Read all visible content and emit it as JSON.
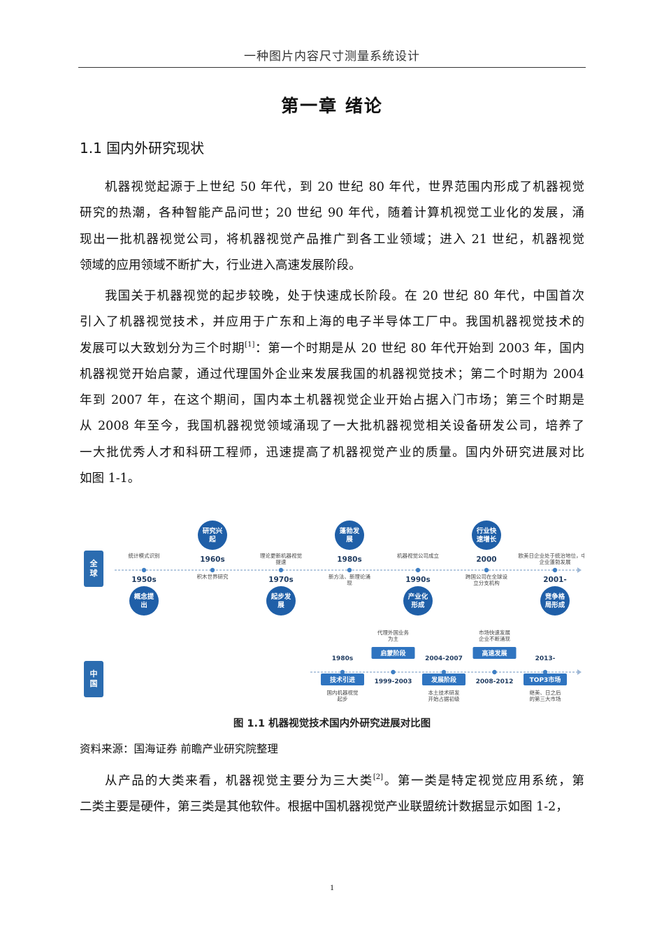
{
  "header": {
    "title": "一种图片内容尺寸测量系统设计"
  },
  "chapter_title": "第一章  绪论",
  "section_title": "1.1  国内外研究现状",
  "para1": {
    "lines": [
      "机器视觉起源于上世纪 50 年代，到 20 世纪 80 年代，世界范围内形成了机器视觉",
      "研究的热潮，各种智能产品问世；20 世纪 90 年代，随着计算机视觉工业化的发展，涌",
      "现出一批机器视觉公司，将机器视觉产品推广到各工业领域；进入 21 世纪，机器视觉",
      "领域的应用领域不断扩大，行业进入高速发展阶段。"
    ]
  },
  "para2": {
    "line1": "我国关于机器视觉的起步较晚，处于快速成长阶段。在 20 世纪 80 年代，中国首次",
    "line2": "引入了机器视觉技术，并应用于广东和上海的电子半导体工厂中。我国机器视觉技术的",
    "line3_pre": "发展可以大致划分为三个时期",
    "line3_ref": "[1]",
    "line3_post": "：第一个时期是从 20 世纪 80 年代开始到 2003 年，国内",
    "line4": "机器视觉开始启蒙，通过代理国外企业来发展我国的机器视觉技术；第二个时期为 2004",
    "line5": "年到 2007 年，在这个期间，国内本土机器视觉企业开始占据入门市场；第三个时期是",
    "line6": "从 2008 年至今，我国机器视觉领域涌现了一大批机器视觉相关设备研发公司，培养了",
    "line7": "一大批优秀人才和科研工程师，迅速提高了机器视觉产业的质量。国内外研究进展对比",
    "line8": "如图 1-1。"
  },
  "figure": {
    "global_label": "全球",
    "china_label": "中国",
    "global_events": [
      {
        "year": "1950s",
        "stage": "概念提出",
        "note": "统计模式识别"
      },
      {
        "year": "1960s",
        "stage": "研究兴起",
        "note": "积木世界研究"
      },
      {
        "year": "1970s",
        "stage": "起步发展",
        "note": "理论更新机器视觉提速"
      },
      {
        "year": "1980s",
        "stage": "蓬勃发展",
        "note": "新方法、新理论涌现"
      },
      {
        "year": "1990s",
        "stage": "产业化形成",
        "note": "机器视觉公司成立"
      },
      {
        "year": "2000",
        "stage": "行业快速增长",
        "note": "跨国公司在全球设立分支机构"
      },
      {
        "year": "2001-",
        "stage": "竞争格局形成",
        "note": "欧美日企业处于统治地位，中国企业蓬勃发展"
      }
    ],
    "china_events": [
      {
        "year": "1980s",
        "stage": "技术引进",
        "note": "国内机器视觉起步"
      },
      {
        "year": "1999-2003",
        "stage": "启蒙阶段",
        "note": "代理外国业务为主"
      },
      {
        "year": "2004-2007",
        "stage": "发展阶段",
        "note": "本土技术研发开始占据初级"
      },
      {
        "year": "2008-2012",
        "stage": "高速发展",
        "note": "市场快速发展企业不断涌现"
      },
      {
        "year": "2013-",
        "stage": "TOP3市场",
        "note": "继美、日之后的第三大市场"
      }
    ],
    "colors": {
      "primary": "#2B6CB0",
      "line": "#9FB8D6",
      "dot": "#3F7FC4"
    }
  },
  "figure_caption": "图 1.1 机器视觉技术国内外研究进展对比图",
  "source_note": "资料来源：国海证券  前瞻产业研究院整理",
  "para3": {
    "line1_pre": "从产品的大类来看，机器视觉主要分为三大类",
    "line1_ref": "[2]",
    "line1_post": "。第一类是特定视觉应用系统，第",
    "line2": "二类主要是硬件，第三类是其他软件。根据中国机器视觉产业联盟统计数据显示如图 1-2，"
  },
  "page_number": "1"
}
